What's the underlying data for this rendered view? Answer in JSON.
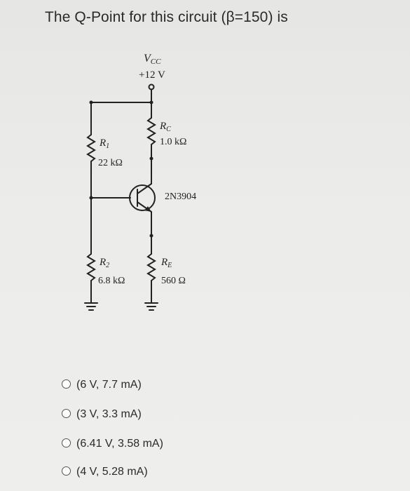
{
  "question": {
    "title": "The Q-Point for this circuit (β=150) is"
  },
  "circuit": {
    "vcc_label": "V",
    "vcc_sub": "CC",
    "vcc_value": "+12 V",
    "r1_label": "R",
    "r1_sub": "1",
    "r1_value": "22 kΩ",
    "r2_label": "R",
    "r2_sub": "2",
    "r2_value": "6.8 kΩ",
    "rc_label": "R",
    "rc_sub": "C",
    "rc_value": "1.0 kΩ",
    "re_label": "R",
    "re_sub": "E",
    "re_value": "560 Ω",
    "transistor_label": "2N3904"
  },
  "options": [
    {
      "label": "(6 V, 7.7 mA)"
    },
    {
      "label": "(3 V, 3.3 mA)"
    },
    {
      "label": "(6.41 V, 3.58 mA)"
    },
    {
      "label": "(4 V, 5.28 mA)"
    }
  ]
}
